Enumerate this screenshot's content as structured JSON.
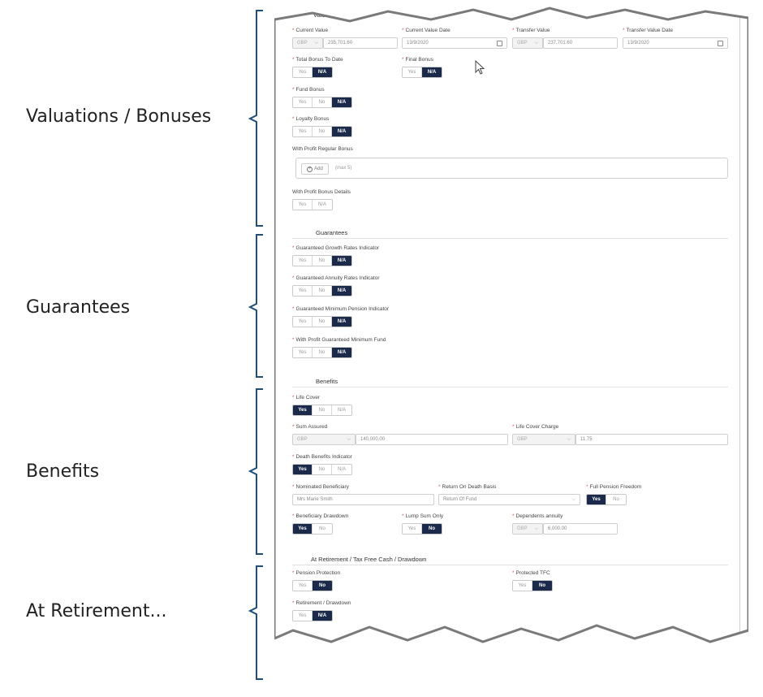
{
  "annotations": {
    "valuations": "Valuations / Bonuses",
    "guarantees": "Guarantees",
    "benefits": "Benefits",
    "at_retirement": "At Retirement..."
  },
  "sections": {
    "valuations": "Valuations",
    "guarantees": "Guarantees",
    "benefits": "Benefits",
    "retirement": "At Retirement / Tax Free Cash / Drawdown"
  },
  "fields": {
    "current_value": {
      "label": "Current Value",
      "currency": "GBP",
      "value": "235,701.60"
    },
    "current_value_date": {
      "label": "Current Value Date",
      "value": "13/9/2020"
    },
    "transfer_value": {
      "label": "Transfer Value",
      "currency": "GBP",
      "value": "237,701.60"
    },
    "transfer_value_date": {
      "label": "Transfer Value Date",
      "value": "13/9/2020"
    },
    "total_bonus": {
      "label": "Total Bonus To Date"
    },
    "final_bonus": {
      "label": "Final Bonus"
    },
    "fund_bonus": {
      "label": "Fund Bonus"
    },
    "loyalty_bonus": {
      "label": "Loyalty Bonus"
    },
    "wp_regular_bonus": {
      "label": "With Profit Regular Bonus",
      "add": "Add",
      "hint": "(max 5)"
    },
    "wp_bonus_details": {
      "label": "With Profit Bonus Details"
    },
    "g_growth": {
      "label": "Guaranteed Growth Rates Indicator"
    },
    "g_annuity": {
      "label": "Guaranteed Annuity Rates Indicator"
    },
    "g_min_pension": {
      "label": "Guaranteed Minimum Pension Indicator"
    },
    "wp_min_fund": {
      "label": "With Profit Guaranteed Minimum Fund"
    },
    "life_cover": {
      "label": "Life Cover"
    },
    "sum_assured": {
      "label": "Sum Assured",
      "currency": "GBP",
      "value": "140,000.00"
    },
    "life_cover_charge": {
      "label": "Life Cover Charge",
      "currency": "GBP",
      "value": "11.75"
    },
    "death_benefits": {
      "label": "Death Benefits Indicator"
    },
    "nominated_beneficiary": {
      "label": "Nominated Beneficiary",
      "value": "Mrs Marie Smith"
    },
    "return_on_death": {
      "label": "Return On Death Basis",
      "value": "Return Of Fund"
    },
    "full_pension_freedom": {
      "label": "Full Pension Freedom"
    },
    "beneficiary_drawdown": {
      "label": "Beneficiary Drawdown"
    },
    "lump_sum_only": {
      "label": "Lump Sum Only"
    },
    "dependents_annuity": {
      "label": "Dependents annuity",
      "currency": "GBP",
      "value": "6,000.00"
    },
    "pension_protection": {
      "label": "Pension Protection"
    },
    "protected_tfc": {
      "label": "Protected TFC"
    },
    "retirement_drawdown": {
      "label": "Retirement / Drawdown"
    }
  },
  "options": {
    "yes": "Yes",
    "no": "No",
    "na": "N/A"
  },
  "colors": {
    "selected": "#1b2a4a",
    "brace": "#1f4e79",
    "required": "#d9534f"
  }
}
